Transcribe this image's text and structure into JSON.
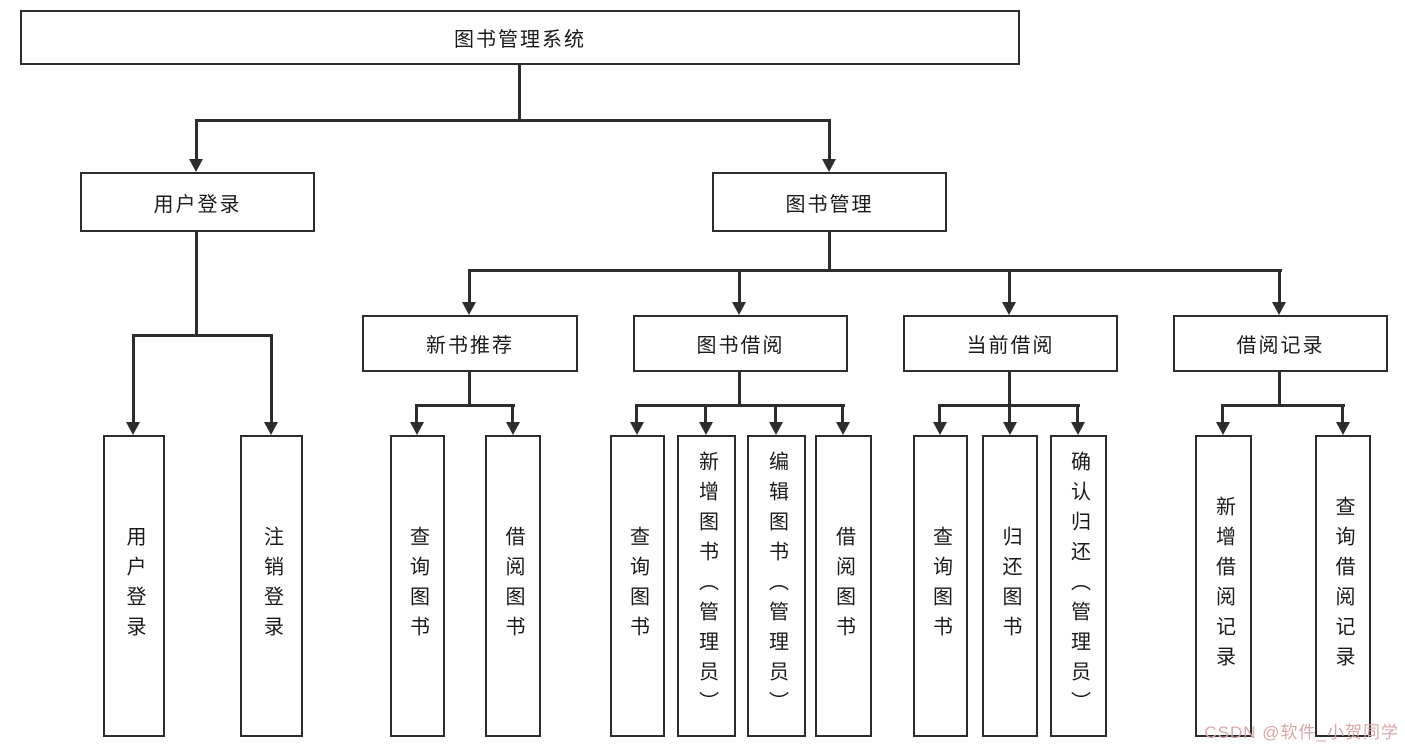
{
  "diagram": {
    "root": "图书管理系统",
    "branches": [
      {
        "label": "用户登录",
        "children": [
          "用户登录",
          "注销登录"
        ]
      },
      {
        "label": "图书管理",
        "groups": [
          {
            "label": "新书推荐",
            "children": [
              "查询图书",
              "借阅图书"
            ]
          },
          {
            "label": "图书借阅",
            "children": [
              "查询图书",
              "新增图书（管理员）",
              "编辑图书（管理员）",
              "借阅图书"
            ]
          },
          {
            "label": "当前借阅",
            "children": [
              "查询图书",
              "归还图书",
              "确认归还（管理员）"
            ]
          },
          {
            "label": "借阅记录",
            "children": [
              "新增借阅记录",
              "查询借阅记录"
            ]
          }
        ]
      }
    ]
  },
  "watermark": "CSDN @软件_小贺同学"
}
